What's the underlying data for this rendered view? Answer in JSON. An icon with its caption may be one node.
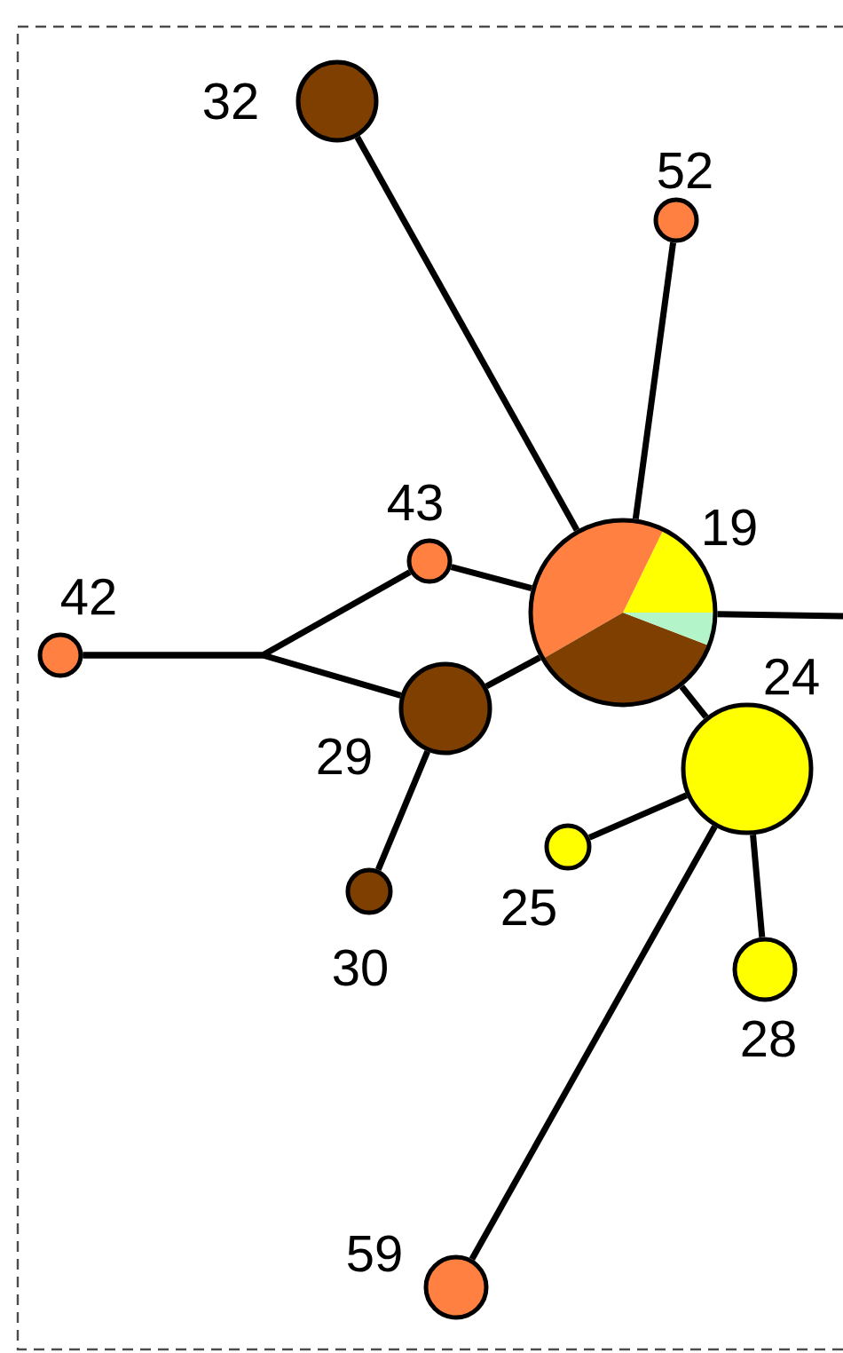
{
  "diagram": {
    "nodes": [
      {
        "text": [],
        "shape": "circle",
        "beside": [
          "32"
        ]
      },
      {
        "text": [],
        "shape": "circle",
        "beside": [
          "52"
        ]
      },
      {
        "text": [],
        "shape": "circle",
        "beside": [
          "43"
        ]
      },
      {
        "text": [],
        "shape": "circle",
        "beside": [
          "19"
        ]
      },
      {
        "text": [],
        "shape": "circle",
        "beside": [
          "42"
        ]
      },
      {
        "text": [],
        "shape": "circle",
        "beside": [
          "29"
        ]
      },
      {
        "text": [],
        "shape": "circle",
        "beside": [
          "24"
        ]
      },
      {
        "text": [],
        "shape": "circle",
        "beside": [
          "25"
        ]
      },
      {
        "text": [],
        "shape": "circle",
        "beside": [
          "30"
        ]
      },
      {
        "text": [],
        "shape": "circle",
        "beside": [
          "28"
        ]
      },
      {
        "text": [],
        "shape": "circle",
        "beside": [
          "59"
        ]
      }
    ],
    "edges": [
      {
        "from": 0,
        "to": 3,
        "arrow": "none"
      },
      {
        "from": 1,
        "to": 3,
        "arrow": "none"
      },
      {
        "from": 2,
        "to": 3,
        "arrow": "none"
      },
      {
        "from": 4,
        "to": 2,
        "arrow": "none"
      },
      {
        "from": 4,
        "to": 5,
        "arrow": "none"
      },
      {
        "from": 5,
        "to": 3,
        "arrow": "none"
      },
      {
        "from": 5,
        "to": 8,
        "arrow": "none"
      },
      {
        "from": 3,
        "to": 6,
        "arrow": "none"
      },
      {
        "from": 6,
        "to": 7,
        "arrow": "none"
      },
      {
        "from": 6,
        "to": 9,
        "arrow": "none"
      },
      {
        "from": 6,
        "to": 10,
        "arrow": "none"
      },
      {
        "from": 3,
        "to": null,
        "arrow": "none"
      }
    ]
  }
}
